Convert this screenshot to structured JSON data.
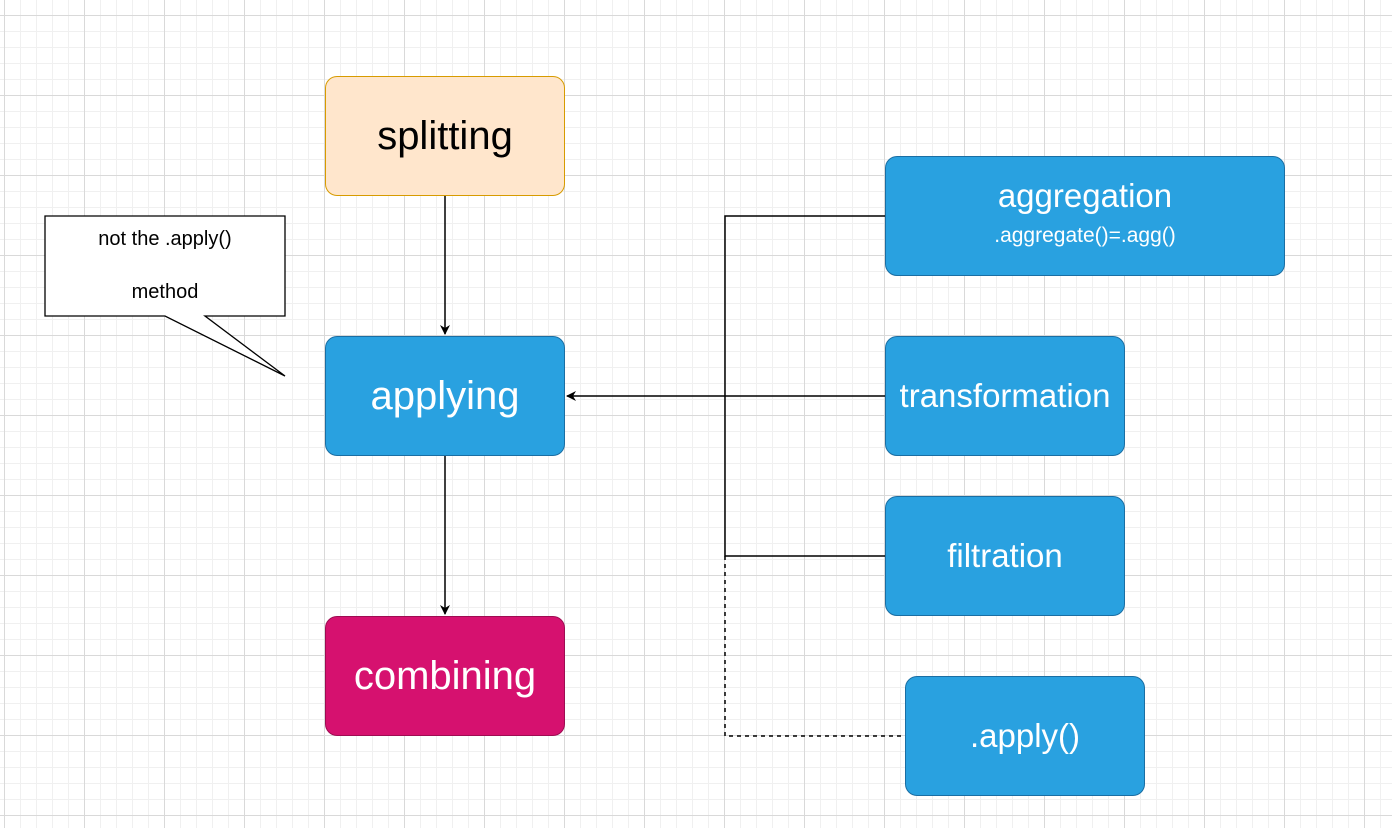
{
  "nodes": {
    "splitting": "splitting",
    "applying": "applying",
    "combining": "combining",
    "aggregation": {
      "title": "aggregation",
      "subtitle": ".aggregate()=.agg()"
    },
    "transformation": "transformation",
    "filtration": "filtration",
    "apply": ".apply()"
  },
  "callout": {
    "line1": "not the .apply()",
    "line2": "method"
  },
  "colors": {
    "splitting_fill": "#ffe6cc",
    "splitting_border": "#d79b00",
    "blue_fill": "#29a1e0",
    "combining_fill": "#d6116f"
  }
}
